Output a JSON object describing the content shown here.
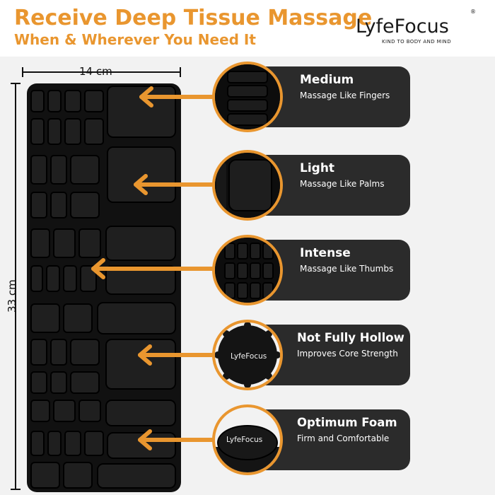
{
  "header": {
    "title": "Receive Deep Tissue Massage",
    "subtitle": "When & Wherever You Need It"
  },
  "brand": {
    "name": "LyfeFocus",
    "tagline": "KIND TO BODY AND MIND",
    "registered": "®"
  },
  "dimensions": {
    "width": "14 cm",
    "height": "33 cm"
  },
  "features": [
    {
      "title": "Medium",
      "desc": "Massage Like Fingers"
    },
    {
      "title": "Light",
      "desc": "Massage Like Palms"
    },
    {
      "title": "Intense",
      "desc": "Massage Like Thumbs"
    },
    {
      "title": "Not Fully Hollow",
      "desc": "Improves Core Strength",
      "logo": "LyfeFocus"
    },
    {
      "title": "Optimum Foam",
      "desc": "Firm and Comfortable",
      "logo": "LyfeFocus"
    }
  ],
  "colors": {
    "accent": "#e9962f",
    "pill": "#2b2b2b",
    "roller": "#111111",
    "background": "#f2f2f2"
  }
}
